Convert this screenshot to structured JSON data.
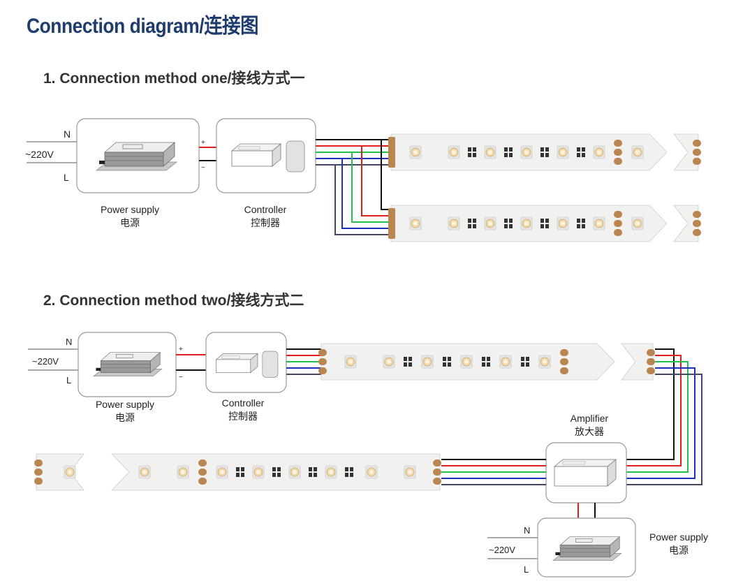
{
  "title": "Connection diagram/连接图",
  "sections": [
    {
      "title": "1. Connection method one/接线方式一"
    },
    {
      "title": "2. Connection method two/接线方式二"
    }
  ],
  "labels": {
    "power_supply_en": "Power supply",
    "power_supply_zh": "电源",
    "controller_en": "Controller",
    "controller_zh": "控制器",
    "amplifier_en": "Amplifier",
    "amplifier_zh": "放大器",
    "voltage": "~220V",
    "neutral": "N",
    "line": "L",
    "plus": "+",
    "minus": "−"
  },
  "wire_colors": {
    "positive": "#111111",
    "red": "#e11d1d",
    "green": "#22c24a",
    "blue": "#1c2fbf",
    "white": "#444466"
  },
  "strip_colors": {
    "strip": "#f1f1f0",
    "pad": "#b98551",
    "led_warm": "#f3d9a8"
  }
}
